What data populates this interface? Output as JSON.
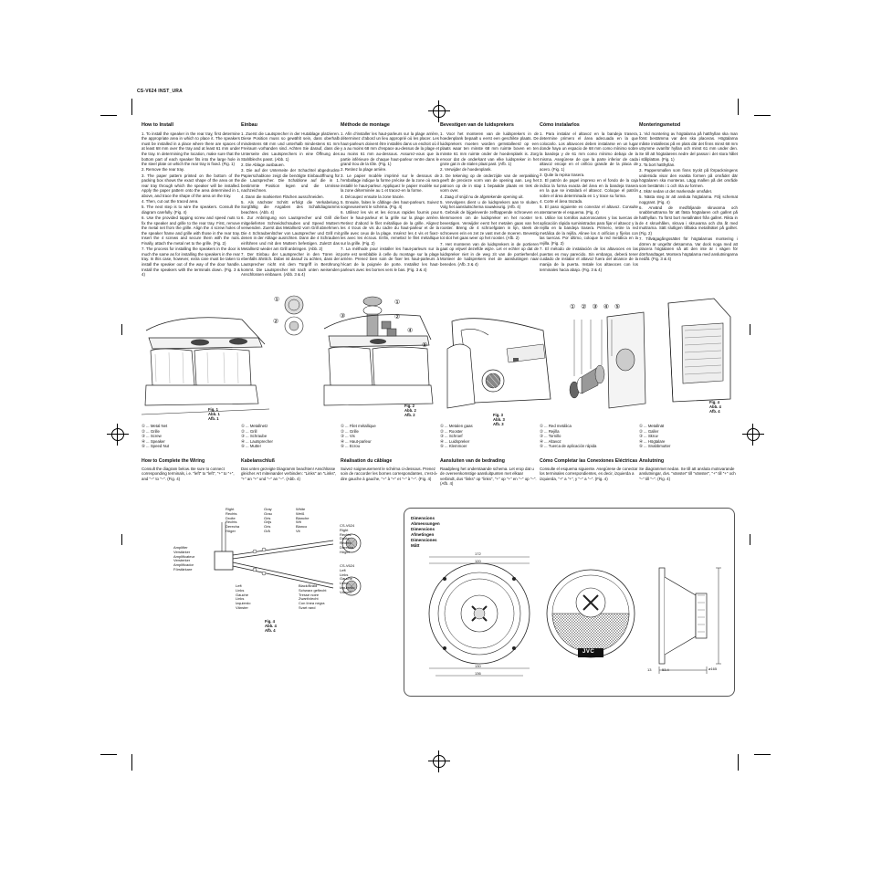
{
  "header": {
    "model": "CS-V624 INST_URA"
  },
  "install": [
    {
      "key": "en",
      "title": "How to Install",
      "steps": [
        "1. To install the speaker in the rear tray, first determine the appropriate area in which to place it. The speakers must be installed in a place where there are spaces of at least 68 mm over the tray and at least 61 mm under the tray. In determining the location, make sure that the bottom part of each speaker fits into the large hole in the steel plate on which the rear tray is fixed. (Fig. 1)",
        "2. Remove the rear tray.",
        "3. The paper pattern printed on the bottom of the packing box shows the exact shape of the area on the rear tray through which the speaker will be installed. Apply the paper pattern onto the area determined in 1, above, and trace the shape of the area on the tray.",
        "4. Then, cut out the traced area.",
        "5. The next step is to wire the speakers. Consult the diagram carefully. (Fig. 4)",
        "6. Use the provided tapping screw and speed nuts to fix the speaker and grille to the rear tray. First, remove the metal net from the grille. Align the 4 screw holes of the speaker frame and grille with those in the rear tray. Insert the 4 screws and secure them with the nuts. Finally, attach the metal net to the grille. (Fig. 2)",
        "7. The process for installing the speakers in the door is much the same as for installing the speakers in the rear tray. In this case, however, extra care must be taken to install the speaker out of the way of the door handle. Install the speakers with the terminals down. (Fig. 3 & 4)"
      ]
    },
    {
      "key": "de",
      "title": "Einbau",
      "steps": [
        "1. Zuerst die Lautsprecher in der Hutablage platzieren. Diese Position muss so gewählt sein, dass oberhalb mindestens 68 mm und unterhalb mindestens 61 mm Freiraum vorhanden sind. Achten Sie darauf, dass die Unterseite des Lautsprechers in eine Öffnung des Stahlblechs passt. (Abb. 1)",
        "2. Die Ablage ausbauen.",
        "3. Die auf der Unterseite der Schachtel abgedruckte Papierschablone zeigt die benötigte Einbauöffnung für die Lautsprecher. Die Schablone auf die in 1. bestimmte Position legen und die Umrisse nachzeichnen.",
        "4. Dann die markierten Flächen ausschneiden.",
        "5. Als nächster Schritt erfolgt die Verkabelung. Sorgfältig die Angaben des Schaltdiagramms beachten. (Abb. 4)",
        "6. Zur Anbringung von Lautsprecher und Grill die mitgelieferten Schneidschrauben und Speed Muttern verwenden. Zuerst das Metallnetz vom Grill abnehmen. Die 4 Schraubenlöcher von Lautsprecher und Grill mit denen in der Ablage ausrichten. Dann die 4 Schrauben einführen und mit den Muttern befestigen. Zuletzt das Metallnetz wieder am Grill anbringen. (Abb. 2)",
        "7. Der Einbau der Lautsprecher in den Türen ist ebenfalls ähnlich. Dabei ist darauf zu achten, dass der Lautsprecher nicht mit dem Türgriff in Berührung kommt. Die Lautsprecher mit nach unten weisenden Anschlüssen einbauen. (Abb. 3 & 4)"
      ]
    },
    {
      "key": "fr",
      "title": "Méthode de montage",
      "steps": [
        "1. Afin d’installer les haut-parleurs sur la plage arrière, déterminez d’abord un lieu approprié où les placer. Les haut-parleurs doivent être installés dans un endroit où il y a au moins 68 mm d’espace au-dessus de la plage et au moins 61 mm au-dessous. Assurez-vous que la partie inférieure de chaque haut-parleur rentre dans le grand trou de la tôle. (Fig. 1)",
        "2. Retirez la plage arrière.",
        "3. Le papier modèle imprimé sur le dessous de l’emballage indique la forme précise de la zone où sera installé le haut-parleur. Appliquez le papier modèle sur la zone déterminée au 1 et tracez-en la forme.",
        "4. Découpez ensuite la zone tracée.",
        "5. Ensuite, faites le câblage des haut-parleurs. Suivez soigneusement le schéma. (Fig. 4)",
        "6. Utilisez les vis et les écrous rapides fournis pour fixer le haut-parleur et la grille sur la plage arrière. Retirez d’abord le filet métallique de la grille. Alignez les 4 trous de vis du cadre du haut-parleur et de la grille avec ceux de la plage. Insérez les 4 vis et fixez-les avec les écrous. Enfin, remettez le filet métallique sur la grille. (Fig. 2)",
        "7. La méthode pour installer les haut-parleurs sur la porte est semblable à celle du montage sur la plage arrière. Prenez bien soin de fixer les haut-parleurs à l’écart de la poignée de porte. Installez les haut-parleurs avec les bornes vers le bas. (Fig. 3 & 4)"
      ]
    },
    {
      "key": "nl",
      "title": "Bevestigen van de luidsprekers",
      "steps": [
        "1. Voor het monteren van de luidsprekers in de hoedenplank bepaalt u eerst een geschikte plaats. De luidsprekers moeten worden geïnstalleerd op een plaats waar ten minste 68 mm ruimte boven en ten minste 61 mm ruimte onder de hoedenplank is. Zorg ervoor dat de onderkant van elke luidspreker in het grote gat in de stalen plaat past. (Afb. 1)",
        "2. Verwijder de hoedenplank.",
        "3. De tekening op de onderzijde van de verpakking geeft de precieze vorm van de opening aan. Leg het patroon op de in stap 1 bepaalde plaats en trek de vorm over.",
        "4. Zaag of snijd nu de afgetekende opening uit.",
        "5. Vervolgens dient u de luidsprekers aan te sluiten. Volg het aansluitschema nauwkeurig. (Afb. 4)",
        "6. Gebruik de bijgeleverde zelftappende schroeven en klemmoeren om de luidspreker en het rooster te bevestigen. Verwijder eerst het metalen gaas van het rooster. Breng de 4 schroefgaten in lijn, steek de schroeven erin en zet ze vast met de moeren. Bevestig tot slot het gaas weer op het rooster. (Afb. 2)",
        "7. Het monteren van de luidsprekers in de portieren gaat op vrijwel dezelfde wijze. Let er echter op dat de luidspreker niet in de weg zit van de portierhendel. Monteer de luidsprekers met de aansluitingen naar beneden. (Afb. 3 & 4)"
      ]
    },
    {
      "key": "es",
      "title": "Cómo instalarlos",
      "steps": [
        "1. Para instalar el altavoz en la bandeja trasera, determine primero el área adecuada en la que colocarlo. Los altavoces deben instalarse en un lugar donde haya un espacio de 68 mm como mínimo sobre la bandeja y de 61 mm como mínimo debajo de la misma. Asegúrese de que la parte inferior de cada altavoz encaje en el orificio grande de la placa de acero. (Fig. 1)",
        "2. Quite la repisa trasera.",
        "3. El patrón de papel impreso en el fondo de la caja indica la forma exacta del área en la bandeja trasera en la que se instalará el altavoz. Coloque el patrón sobre el área determinada en 1 y trace su forma.",
        "4. Corte el área trazada.",
        "5. El paso siguiente es conectar el altavoz. Consulte atentamente el esquema. (Fig. 4)",
        "6. Utilice los tornillos autorroscantes y las tuercas de aplicación rápida suministrados para fijar el altavoz y la rejilla en la bandeja trasera. Primero, retire la red metálica de la rejilla. Alinee los 4 orificios y fíjelos con las tuercas. Por último, coloque la red metálica en la rejilla. (Fig. 2)",
        "7. El método de instalación de los altavoces en las puertas es muy parecido. Sin embargo, deberá tener cuidado de instalar el altavoz fuera del alcance de la manija de la puerta. Instale los altavoces con los terminales hacia abajo. (Fig. 3 & 4)"
      ]
    },
    {
      "key": "sv",
      "title": "Monteringsmetod",
      "steps": [
        "1. Vid montering av högtalarna på hatthyllan ska man först bestämma var den ska placeras. Högtalarna måste installeras på en plats där det finns minst 68 mm utrymme ovanför hyllan och minst 61 mm under den. Se till att högtalarens nedre del passar i det stora hålet i stålplattan. (Fig. 1)",
        "2. Ta bort hatthyllan.",
        "3. Pappersmallen som finns tryckt på förpackningens undersida visar den exakta formen på området där högtalaren ska monteras. Lägg mallen på det område som bestämts i 1 och rita av formen.",
        "4. Skär sedan ut det markerade området.",
        "5. Nästa steg är att ansluta högtalarna. Följ schemat noggrant. (Fig. 4)",
        "6. Använd de medföljande skruvarna och snabbmuttrarna för att fästa högtalaren och gallret på hatthyllan. Ta först bort metallnätet från gallret. Rikta in de 4 skruvhålen, skruva i skruvarna och dra åt med muttrarna. Sätt slutligen tillbaka metallnätet på gallret. (Fig. 2)",
        "7. Tillvägagångssättet för högtalarnas montering i dörren är ungefär detsamma. Var dock noga med att placera högtalaren så att den inte är i vägen för dörrhandtaget. Montera högtalarna med anslutningarna nedåt. (Fig. 3 & 4)"
      ]
    }
  ],
  "figures": {
    "fig1": "Fig. 1\nAbb. 1\nAfb. 1",
    "fig2": "Fig. 2\nAbb. 2\nAfb. 2",
    "fig3": "Fig. 3\nAbb. 3\nAfb. 3",
    "fig4": "Fig. 4\nAbb. 4\nAfb. 4",
    "fig4b": "Fig. 4\nAbb. 4\nAfb. 4",
    "callouts": [
      "①",
      "②",
      "③",
      "④",
      "⑤"
    ]
  },
  "legends": [
    [
      "① ... Metal Net",
      "② ... Grille",
      "③ ... Screw",
      "④ ... Speaker",
      "⑤ ... Speed Nut"
    ],
    [
      "① ... Metallnetz",
      "② ... Grill",
      "③ ... Schraube",
      "④ ... Lautsprecher",
      "⑤ ... Mutter"
    ],
    [
      "① ... Filet métallique",
      "② ... Grille",
      "③ ... Vis",
      "④ ... Haut-parleur",
      "⑤ ... Ecrou"
    ],
    [
      "① ... Metalen gaas",
      "② ... Rooster",
      "③ ... Schroef",
      "④ ... Luidspreker",
      "⑤ ... Klemmoer"
    ],
    [
      "① ... Red metálica",
      "② ... Rejilla",
      "③ ... Tornillo",
      "④ ... Altavoz",
      "⑤ ... Tuerca de aplicación rápida"
    ],
    [
      "① ... Metallnät",
      "② ... Galler",
      "③ ... Skruv",
      "④ ... Högtalare",
      "⑤ ... Snabbmutter"
    ]
  ],
  "wiring": [
    {
      "key": "en",
      "title": "How to Complete the Wiring",
      "text": "Consult the diagram below. Be sure to connect corresponding terminals, i.e. \"left\" to \"left\", \"+\" to \"+\", and \"–\" to \"–\". (Fig. 4)"
    },
    {
      "key": "de",
      "title": "Kabelanschluß",
      "text": "Das unten gezeigte Diagramm beachten! Anschlüsse gleicher Art miteinander verbinden: \"Links\" an \"Links\", \"+\" an \"+\" und \"–\" an \"–\". (Abb. 4)"
    },
    {
      "key": "fr",
      "title": "Réalisation du câblage",
      "text": "Suivez soigneusement le schéma ci-dessous. Prenez soin de raccorder les bornes correspondantes, c’est-à-dire gauche à gauche, \"+\" à \"+\" et \"–\" à \"–\". (Fig. 4)"
    },
    {
      "key": "nl",
      "title": "Aansluiten van de bedrading",
      "text": "Raadpleeg het onderstaande schema. Let erop dat u de overeenkomstige aansluitpunten met elkaar verbindt, dus \"links\" op \"links\", \"+\" op \"+\" en \"–\" op \"–\". (Afb. 4)"
    },
    {
      "key": "es",
      "title": "Cómo Completar las Conexiones Eléctricas",
      "text": "Consulte el esquema siguiente. Asegúrese de conectar los terminales correspondientes, es decir, izquierda a izquierda, \"+\" a \"+\", y \"–\" a \"–\". (Fig. 4)"
    },
    {
      "key": "sv",
      "title": "Anslutning",
      "text": "Se diagrammet nedan. Se till att ansluta motsvarande anslutningar, dvs. \"vänster\" till \"vänster\", \"+\" till \"+\" och \"–\" till \"–\". (Fig. 4)"
    }
  ],
  "diagram": {
    "right_colors": "Right\nRechts\nDroite\nRechts\nDerecha\nHöger",
    "gray": "Gray\nGrau\nGris\nGrijs\nGris\nGrå",
    "white": "White\nWeiß\nBlanche\nWit\nBlanco\nVit",
    "amplifier": "Amplifier\nVerstärker\nAmplificateur\nVersterker\nAmplificador\nFörstärkare",
    "left_colors": "Left\nLinks\nGauche\nLinks\nIzquierdo\nVänster",
    "black": "Black/Braid\nSchwarz geflecht\nTresse noire\nZwart/vlecht\nCon línea negra\nSvart rand",
    "right_spk": "CS-V624\nRight\nRechts\nDroite\nRechts\nDerecha\nHöger",
    "left_spk": "CS-V624\nLeft\nLinks\nGauche\nLinks\nIzquierdo\nVänster"
  },
  "dimensions": {
    "title": "Dimensions\nAbmessungen\nDimensions\nAfmetingen\nDimensiones\nMått",
    "d_outer": "172",
    "d_hole": "120",
    "d_inner": "130",
    "d_grille": "136",
    "depth": "53.4",
    "side": "13",
    "bottom": "ø165"
  },
  "brand": "JVC"
}
